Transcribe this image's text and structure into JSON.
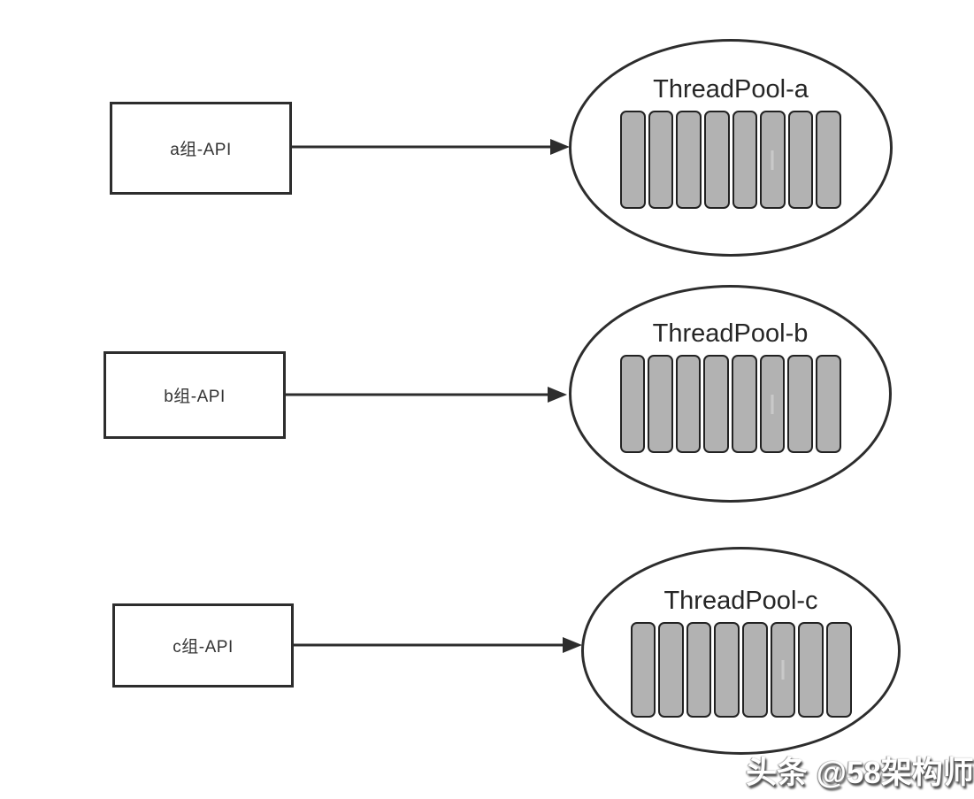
{
  "diagram": {
    "groups": [
      {
        "box_label": "a组-API",
        "pool_title": "ThreadPool-a",
        "thread_count": 8
      },
      {
        "box_label": "b组-API",
        "pool_title": "ThreadPool-b",
        "thread_count": 8
      },
      {
        "box_label": "c组-API",
        "pool_title": "ThreadPool-c",
        "thread_count": 8
      }
    ],
    "colors": {
      "outline": "#2d2d2d",
      "bar_fill": "#b2b2b2",
      "bar_border": "#222222",
      "background": "#ffffff",
      "title_text": "#262626",
      "label_text": "#333333"
    }
  },
  "watermark": {
    "text": "头条 @58架构师"
  }
}
